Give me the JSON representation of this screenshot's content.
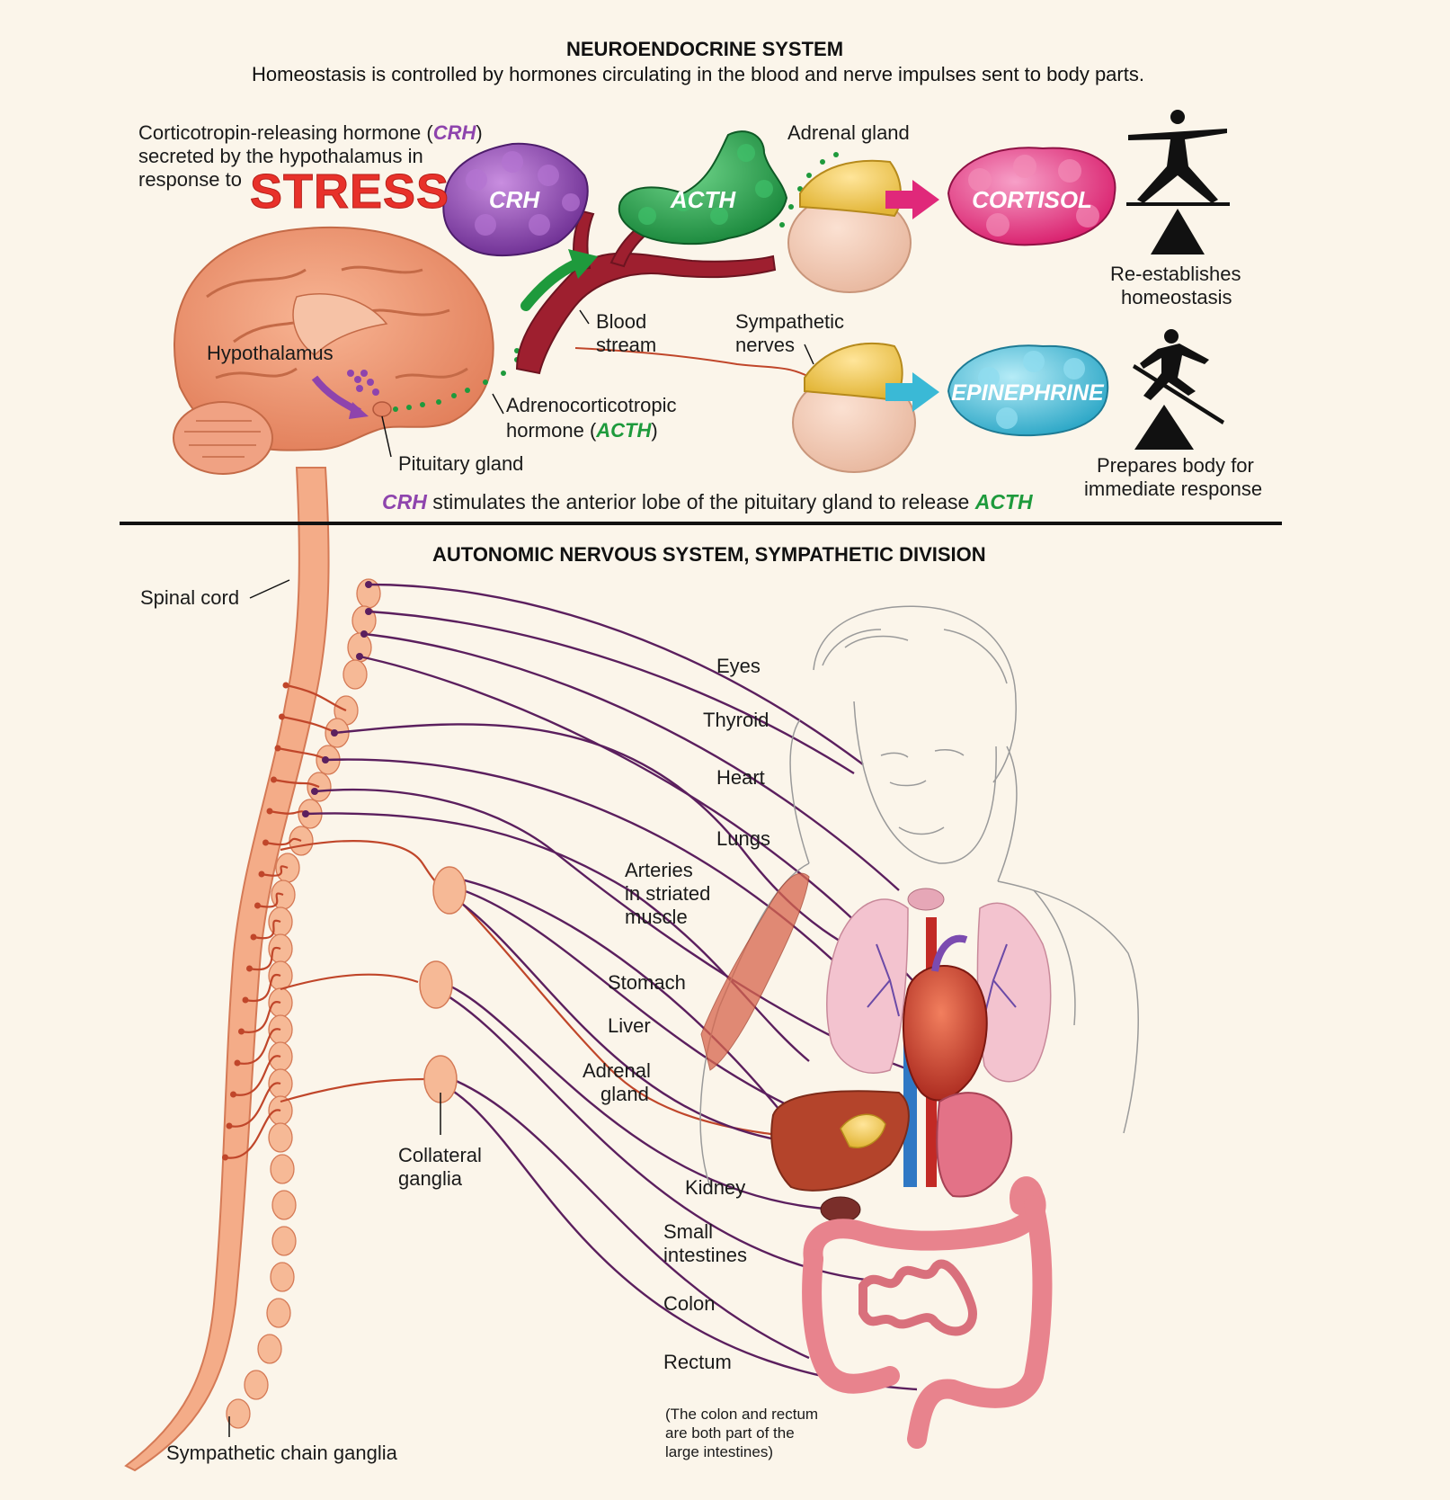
{
  "header": {
    "title": "NEUROENDOCRINE SYSTEM",
    "subtitle": "Homeostasis is controlled by hormones circulating in the blood and nerve impulses sent to body parts."
  },
  "crh_intro": {
    "line1_a": "Corticotropin-releasing hormone (",
    "line1_abbr": "CRH",
    "line1_b": ")",
    "line2": "secreted by the hypothalamus in",
    "line3": "response to",
    "stress": "STRESS"
  },
  "molecules": {
    "crh": "CRH",
    "acth": "ACTH",
    "cortisol": "CORTISOL",
    "epinephrine": "EPINEPHRINE"
  },
  "labels": {
    "adrenal_gland_top": "Adrenal gland",
    "hypothalamus": "Hypothalamus",
    "blood_stream_1": "Blood",
    "blood_stream_2": "stream",
    "sympathetic_nerves_1": "Sympathetic",
    "sympathetic_nerves_2": "nerves",
    "acth_1": "Adrenocorticotropic",
    "acth_2a": "hormone (",
    "acth_2abbr": "ACTH",
    "acth_2b": ")",
    "pituitary": "Pituitary gland",
    "re_establishes_1": "Re-establishes",
    "re_establishes_2": "homeostasis",
    "prepares_1": "Prepares body for",
    "prepares_2": "immediate response",
    "crh_stim_abbr": "CRH",
    "crh_stim_text": " stimulates the anterior lobe of the pituitary gland to release ",
    "crh_stim_acth": "ACTH"
  },
  "autonomic": {
    "title": "AUTONOMIC NERVOUS SYSTEM, SYMPATHETIC DIVISION",
    "spinal_cord": "Spinal cord",
    "collateral_1": "Collateral",
    "collateral_2": "ganglia",
    "chain_ganglia": "Sympathetic chain ganglia",
    "organs": {
      "eyes": "Eyes",
      "thyroid": "Thyroid",
      "heart": "Heart",
      "lungs": "Lungs",
      "arteries_1": "Arteries",
      "arteries_2": "in striated",
      "arteries_3": "muscle",
      "stomach": "Stomach",
      "liver": "Liver",
      "adrenal_1": "Adrenal",
      "adrenal_2": "gland",
      "kidney": "Kidney",
      "small_1": "Small",
      "small_2": "intestines",
      "colon": "Colon",
      "rectum": "Rectum"
    },
    "note_1": "(The colon and rectum",
    "note_2": "are both part of the",
    "note_3": "large intestines)"
  },
  "colors": {
    "background": "#fbf5ea",
    "crh": "#8e44ad",
    "acth": "#1e9a3c",
    "cortisol": "#e0287a",
    "epinephrine": "#3ab9d6",
    "stress": "#e8312a",
    "nerve_purple": "#5b1f5e",
    "nerve_red": "#c0462a",
    "tissue": "#f2a17f"
  }
}
